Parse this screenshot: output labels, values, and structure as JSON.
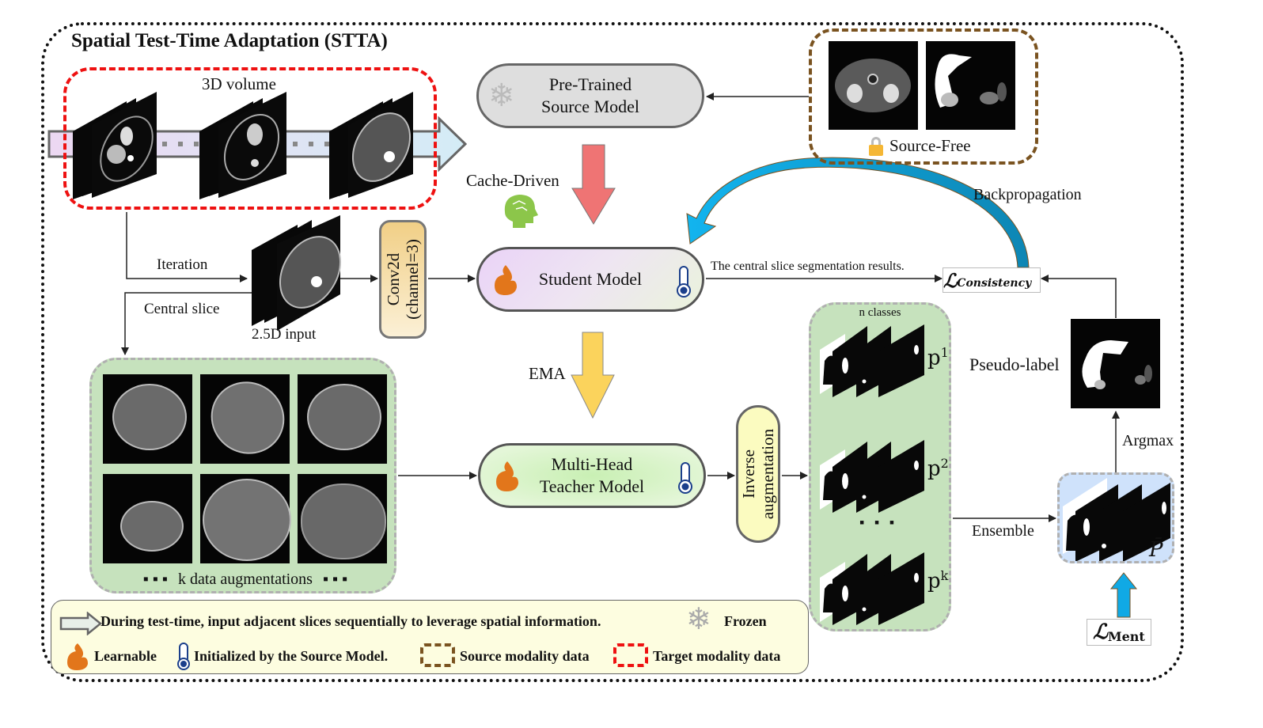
{
  "title": "Spatial Test-Time Adaptation (STTA)",
  "volume": {
    "label": "3D volume",
    "ellipsis": "· · ·"
  },
  "models": {
    "pretrained": {
      "line1": "Pre-Trained",
      "line2": "Source Model",
      "icon": "snowflake-icon"
    },
    "student": {
      "label": "Student Model",
      "left_icon": "flame-icon",
      "right_icon": "thermometer-icon"
    },
    "teacher": {
      "line1": "Multi-Head",
      "line2": "Teacher Model",
      "left_icon": "flame-icon",
      "right_icon": "thermometer-icon"
    }
  },
  "source_box": {
    "label": "Source-Free",
    "icon": "lock-icon"
  },
  "flow_labels": {
    "cache_driven": "Cache-Driven",
    "iteration": "Iteration",
    "central_slice": "Central slice",
    "input_25d": "2.5D input",
    "ema": "EMA",
    "backpropagation": "Backpropagation",
    "central_results": "The central slice segmentation results.",
    "ensemble": "Ensemble",
    "argmax": "Argmax",
    "pseudo_label": "Pseudo-label"
  },
  "conv": {
    "line1": "Conv2d",
    "line2": "(channel=3)"
  },
  "inverse": {
    "line1": "Inverse",
    "line2": "augmentation"
  },
  "augmentations": {
    "caption": "k data augmentations",
    "dots": "▪ ▪ ▪"
  },
  "classes": {
    "header": "n classes",
    "items": [
      {
        "base": "p",
        "sup": "1"
      },
      {
        "base": "p",
        "sup": "2"
      },
      {
        "base": "p",
        "sup": "k"
      }
    ],
    "dots": "▪ ▪ ▪"
  },
  "losses": {
    "consistency_symbol": "ℒ",
    "consistency_sub": "Consistency",
    "ment_symbol": "ℒ",
    "ment_sub": "Ment",
    "pbar": "P̄"
  },
  "legend": {
    "arrow_text": "During test-time, input adjacent slices sequentially to leverage spatial information.",
    "frozen": "Frozen",
    "learnable": "Learnable",
    "initialized": "Initialized by the Source Model.",
    "source_modality": "Source modality data",
    "target_modality": "Target modality data"
  },
  "colors": {
    "target_dash": "#ee1111",
    "source_dash": "#7a5320",
    "flame": "#e2761b",
    "thermometer": "#1b3f8b",
    "red_arrow": "#ef7474",
    "yellow_arrow": "#fbd35c",
    "blue_arrow": "#10a9e5",
    "brain": "#8cc64a"
  }
}
